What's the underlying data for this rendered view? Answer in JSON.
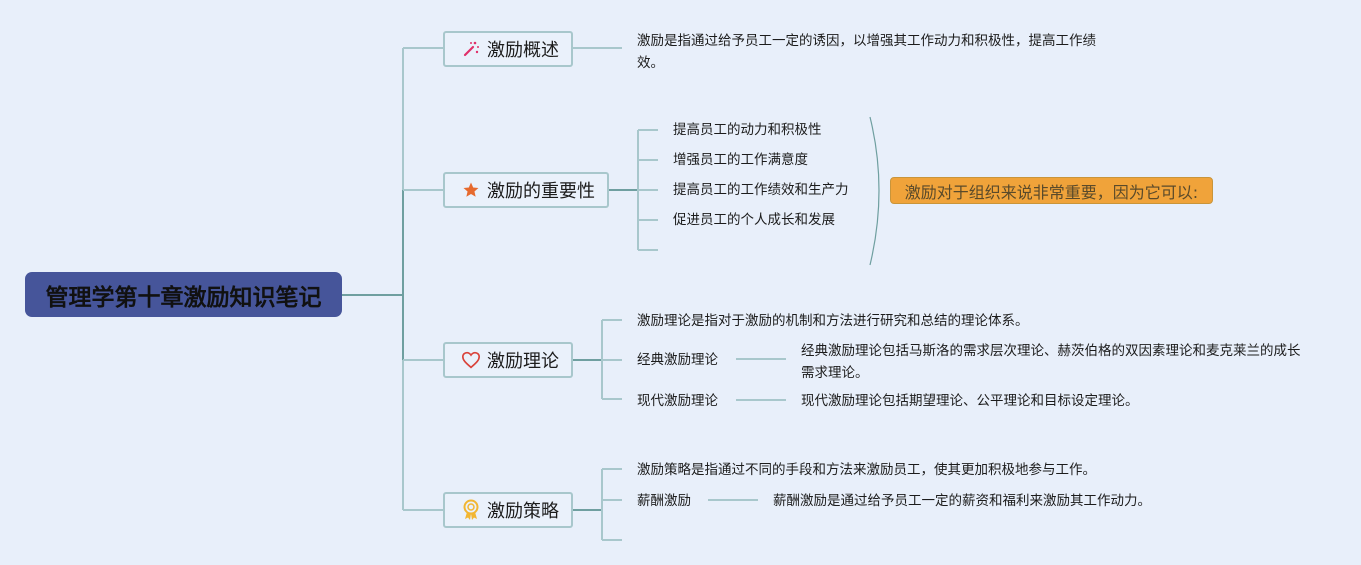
{
  "root": {
    "title": "管理学第十章激励知识笔记"
  },
  "colors": {
    "background": "#e8effa",
    "root_fill": "#46559a",
    "connector": "#a8c7cc",
    "connector_main": "#6f9fa0",
    "summary_fill": "#f0a33a"
  },
  "branches": [
    {
      "label": "激励概述",
      "icon": "magic-sparkle-icon",
      "children": [
        {
          "text": "激励是指通过给予员工一定的诱因，以增强其工作动力和积极性，提高工作绩效。"
        }
      ]
    },
    {
      "label": "激励的重要性",
      "icon": "star-icon",
      "children": [
        {
          "text": "提高员工的动力和积极性"
        },
        {
          "text": "增强员工的工作满意度"
        },
        {
          "text": "提高员工的工作绩效和生产力"
        },
        {
          "text": "促进员工的个人成长和发展"
        },
        {
          "text": ""
        }
      ],
      "summary": "激励对于组织来说非常重要，因为它可以:"
    },
    {
      "label": "激励理论",
      "icon": "heart-icon",
      "children": [
        {
          "text": "激励理论是指对于激励的机制和方法进行研究和总结的理论体系。"
        },
        {
          "text": "经典激励理论",
          "detail": "经典激励理论包括马斯洛的需求层次理论、赫茨伯格的双因素理论和麦克莱兰的成长需求理论。"
        },
        {
          "text": "现代激励理论",
          "detail": "现代激励理论包括期望理论、公平理论和目标设定理论。"
        }
      ]
    },
    {
      "label": "激励策略",
      "icon": "award-medal-icon",
      "children": [
        {
          "text": "激励策略是指通过不同的手段和方法来激励员工，使其更加积极地参与工作。"
        },
        {
          "text": "薪酬激励",
          "detail": "薪酬激励是通过给予员工一定的薪资和福利来激励其工作动力。"
        },
        {
          "text": ""
        }
      ]
    }
  ]
}
